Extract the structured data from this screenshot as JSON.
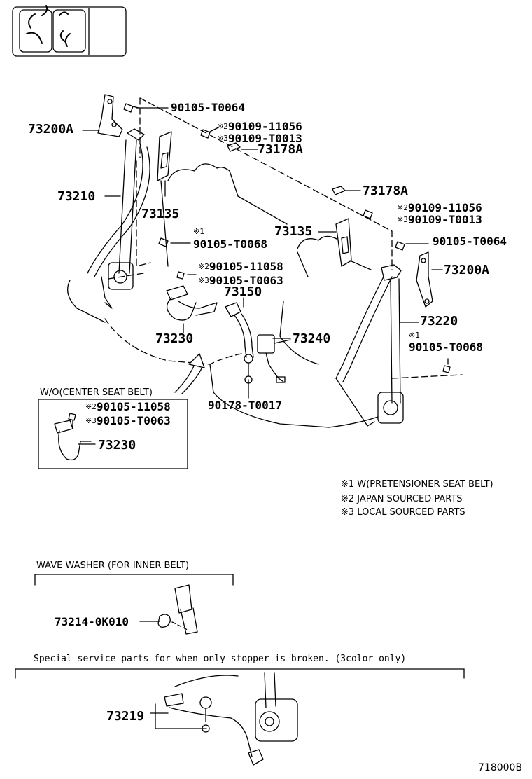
{
  "labels": {
    "p90105T0064_left": "90105-T0064",
    "p73200A_left": "73200A",
    "mark2_left": "※2",
    "p90109_11056_left": "90109-11056",
    "mark3_left": "※3",
    "p90109_T0013_left": "90109-T0013",
    "p73178A_left": "73178A",
    "p73210": "73210",
    "p73135_left": "73135",
    "mark1_left": "※1",
    "p90105T0068_left": "90105-T0068",
    "mark2_mid": "※2",
    "p90105_11058_mid": "90105-11058",
    "mark3_mid": "※3",
    "p90105_T0063_mid": "90105-T0063",
    "p73150": "73150",
    "p73230_mid": "73230",
    "p73240": "73240",
    "p90178T0017": "90178-T0017",
    "p73178A_right": "73178A",
    "mark2_right": "※2",
    "p90109_11056_right": "90109-11056",
    "mark3_right": "※3",
    "p90109_T0013_right": "90109-T0013",
    "p73135_right": "73135",
    "p90105T0064_right": "90105-T0064",
    "p73200A_right": "73200A",
    "p73220": "73220",
    "mark1_right": "※1",
    "p90105T0068_right": "90105-T0068",
    "wo_center_title": "W/O(CENTER SEAT BELT)",
    "mark2_box": "※2",
    "p90105_11058_box": "90105-11058",
    "mark3_box": "※3",
    "p90105_T0063_box": "90105-T0063",
    "p73230_box": "73230",
    "legend1": "※1 W(PRETENSIONER SEAT BELT)",
    "legend2": "※2 JAPAN SOURCED PARTS",
    "legend3": "※3 LOCAL SOURCED PARTS",
    "wave_washer_title": "WAVE WASHER (FOR INNER BELT)",
    "p73214": "73214-0K010",
    "special_title": "Special service parts for when only stopper is broken. (3color only)",
    "p73219": "73219",
    "figure_id": "718000B"
  }
}
